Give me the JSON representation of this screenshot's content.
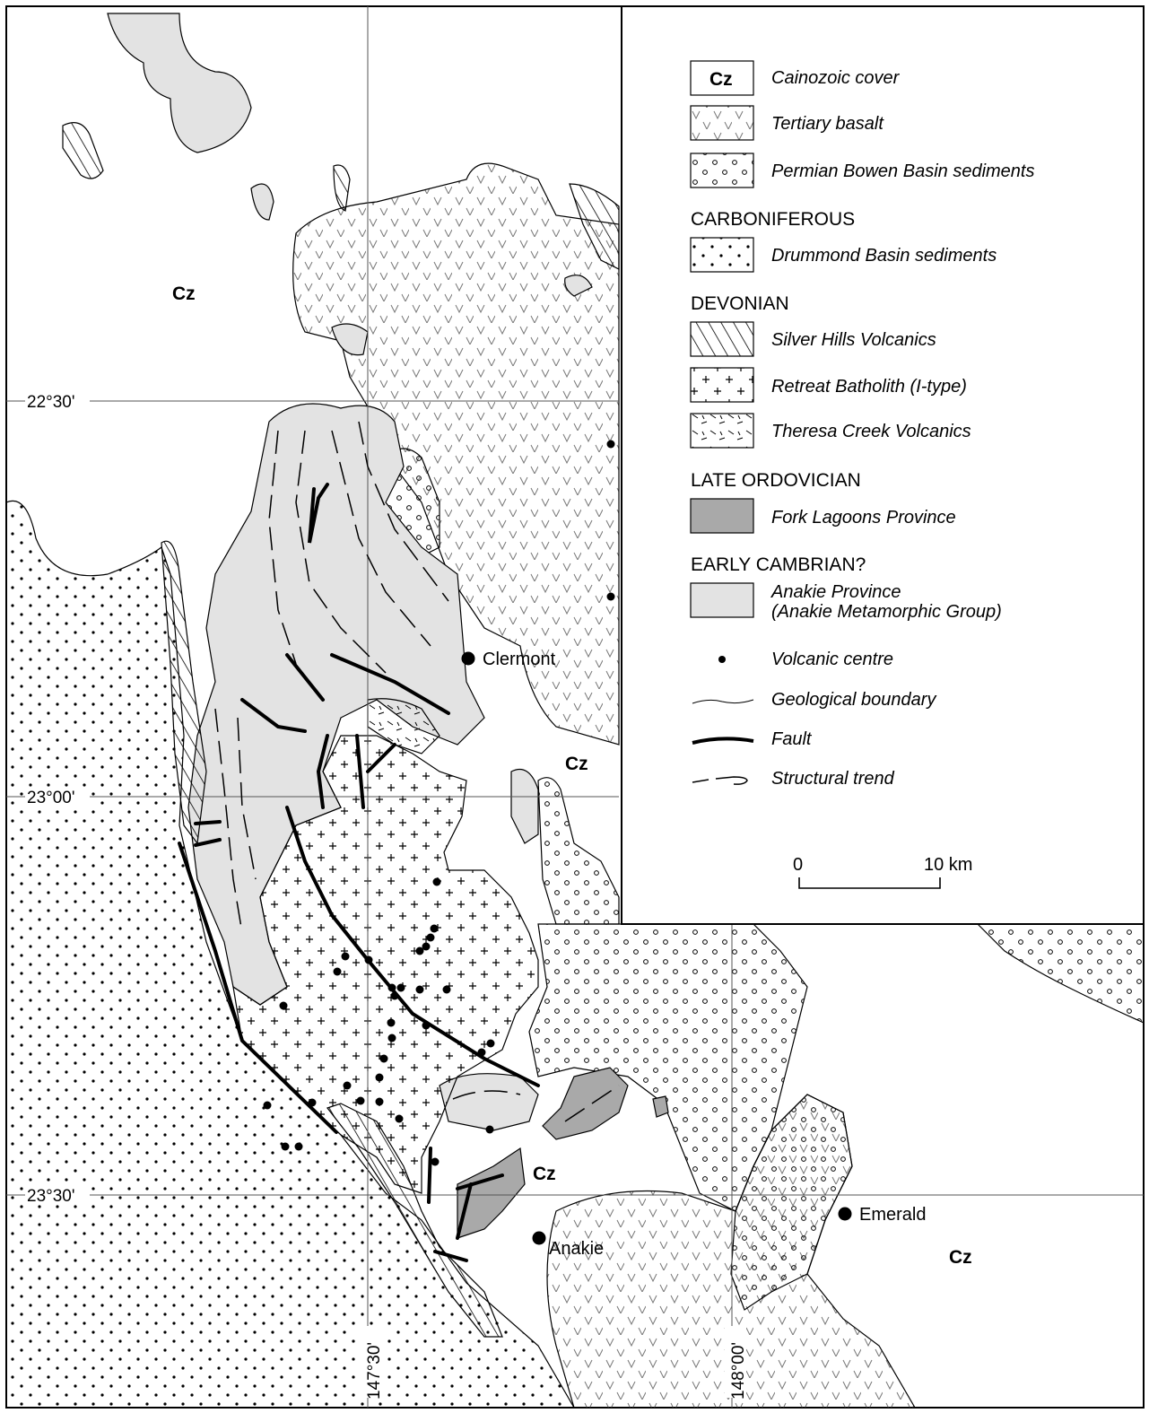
{
  "map": {
    "cz_labels": [
      "Cz",
      "Cz",
      "Cz",
      "Cz"
    ],
    "towns": [
      {
        "name": "Clermont"
      },
      {
        "name": "Anakie"
      },
      {
        "name": "Emerald"
      }
    ],
    "latitudes": [
      "22°30'",
      "23°00'",
      "23°30'"
    ],
    "longitudes": [
      "147°30'",
      "148°00'"
    ]
  },
  "legend": {
    "items": [
      {
        "symbol": "Cz",
        "label": "Cainozoic cover"
      },
      {
        "label": "Tertiary basalt"
      },
      {
        "label": "Permian Bowen Basin sediments"
      },
      {
        "heading": "CARBONIFEROUS"
      },
      {
        "label": "Drummond Basin sediments"
      },
      {
        "heading": "DEVONIAN"
      },
      {
        "label": "Silver Hills Volcanics"
      },
      {
        "label": "Retreat Batholith (I-type)"
      },
      {
        "label": "Theresa Creek Volcanics"
      },
      {
        "heading": "LATE ORDOVICIAN"
      },
      {
        "label": "Fork Lagoons Province"
      },
      {
        "heading": "EARLY CAMBRIAN?"
      },
      {
        "label": "Anakie Province",
        "label2": "(Anakie Metamorphic Group)"
      },
      {
        "label": "Volcanic centre"
      },
      {
        "label": "Geological boundary"
      },
      {
        "label": "Fault"
      },
      {
        "label": "Structural trend"
      }
    ],
    "scale": {
      "start": "0",
      "end": "10 km"
    }
  },
  "colors": {
    "anakie_fill": "#e3e3e3",
    "fork_fill": "#a9a9a9",
    "line": "#000000"
  }
}
